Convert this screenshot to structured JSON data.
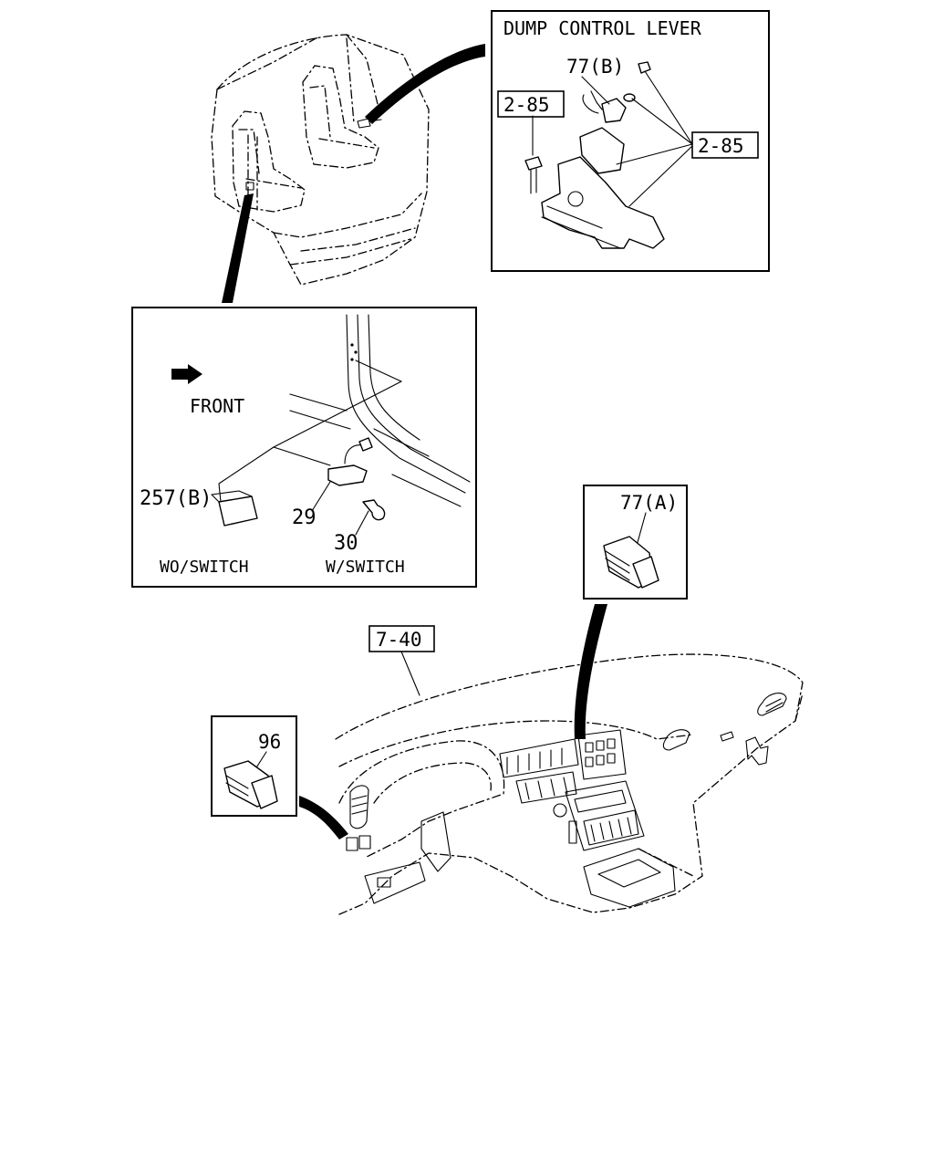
{
  "insets": {
    "dump_control_lever": {
      "title": "DUMP CONTROL LEVER",
      "part_77b": "77(B)",
      "ref_2_85_left": "2-85",
      "ref_2_85_right": "2-85"
    },
    "front_panel": {
      "front_label": "FRONT",
      "part_257b": "257(B)",
      "part_29": "29",
      "part_30": "30",
      "wo_switch": "WO/SWITCH",
      "w_switch": "W/SWITCH"
    },
    "switch_77a": {
      "label": "77(A)"
    },
    "switch_96": {
      "label": "96"
    }
  },
  "main": {
    "ref_7_40": "7-40"
  }
}
